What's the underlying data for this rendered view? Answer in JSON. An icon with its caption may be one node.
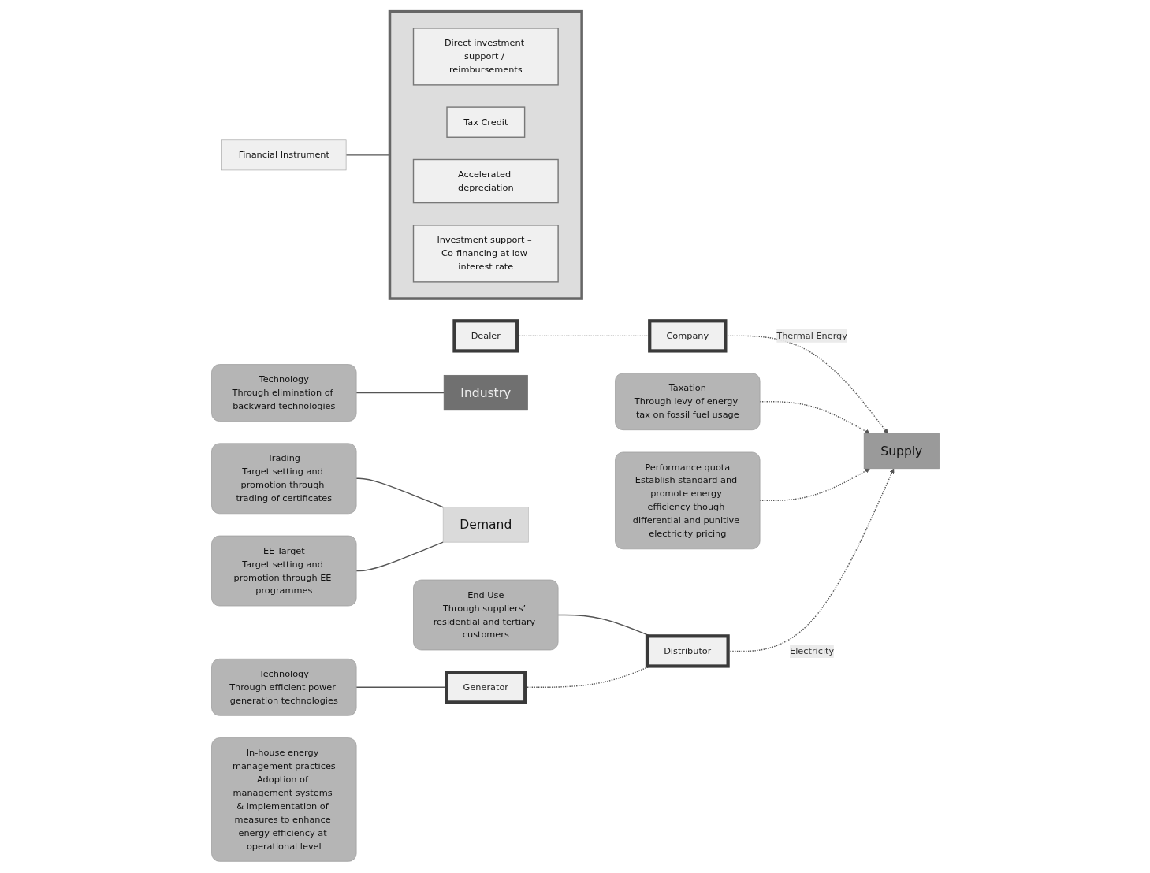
{
  "diagram": {
    "nodes": [
      {
        "text": [
          "Dealer"
        ]
      },
      {
        "text": [
          "Company"
        ]
      },
      {
        "text": [
          "Taxation",
          "Through levy of energy tax on fossil fuel usage"
        ]
      },
      {
        "text": [],
        "shape": "box"
      },
      {
        "text": [
          "Direct investment support / reimbursements"
        ],
        "in": 3
      },
      {
        "text": [
          "Tax Credit"
        ],
        "in": 3
      },
      {
        "text": [
          "Accelerated depreciation"
        ],
        "in": 3
      },
      {
        "text": [
          "Investment support – Co-financing at low interest rate"
        ],
        "in": 3
      },
      {
        "text": [
          "Trading",
          "Target setting and promotion through trading of certificates"
        ]
      },
      {
        "text": [
          "Financial Instrument"
        ]
      },
      {
        "text": [
          "Supply"
        ]
      },
      {
        "text": [
          "Industry"
        ]
      },
      {
        "text": [
          "Demand"
        ]
      },
      {
        "text": [
          "EE Target",
          "Target setting and promotion through EE programmes"
        ]
      },
      {
        "text": [
          "Technology",
          "Through elimination of backward technologies"
        ]
      },
      {
        "text": [
          "End Use",
          "Through suppliers’ residential and tertiary customers"
        ]
      },
      {
        "text": [
          "Performance quota",
          "Establish standard and promote energy efficiency though differential and punitive electricity pricing"
        ]
      },
      {
        "text": [
          "Distributor"
        ]
      },
      {
        "text": [
          "Generator"
        ]
      },
      {
        "text": [
          "Technology",
          "Through efficient power generation technologies"
        ]
      },
      {
        "text": [
          "In-house energy management practices",
          "Adoption of management systems & implementation of measures to enhance energy efficiency at operational level"
        ]
      }
    ],
    "edges": [
      {
        "from": 0,
        "to": 1,
        "arrow": "none",
        "style": "dashed"
      },
      {
        "from": 1,
        "to": 10,
        "arrow": "to",
        "style": "dashed",
        "label": "Thermal Energy"
      },
      {
        "from": 2,
        "to": 10,
        "arrow": "to",
        "style": "dashed"
      },
      {
        "from": 9,
        "to": 3,
        "arrow": "none"
      },
      {
        "from": 8,
        "to": 12,
        "arrow": "none"
      },
      {
        "from": 13,
        "to": 12,
        "arrow": "none"
      },
      {
        "from": 14,
        "to": 11,
        "arrow": "none"
      },
      {
        "from": 15,
        "to": 17,
        "arrow": "none"
      },
      {
        "from": 19,
        "to": 18,
        "arrow": "none"
      },
      {
        "from": 16,
        "to": 10,
        "arrow": "to",
        "style": "dashed"
      },
      {
        "from": 18,
        "to": 17,
        "arrow": "none",
        "style": "dashed"
      },
      {
        "from": 17,
        "to": 10,
        "arrow": "to",
        "style": "dashed",
        "label": "Electricity"
      }
    ]
  }
}
